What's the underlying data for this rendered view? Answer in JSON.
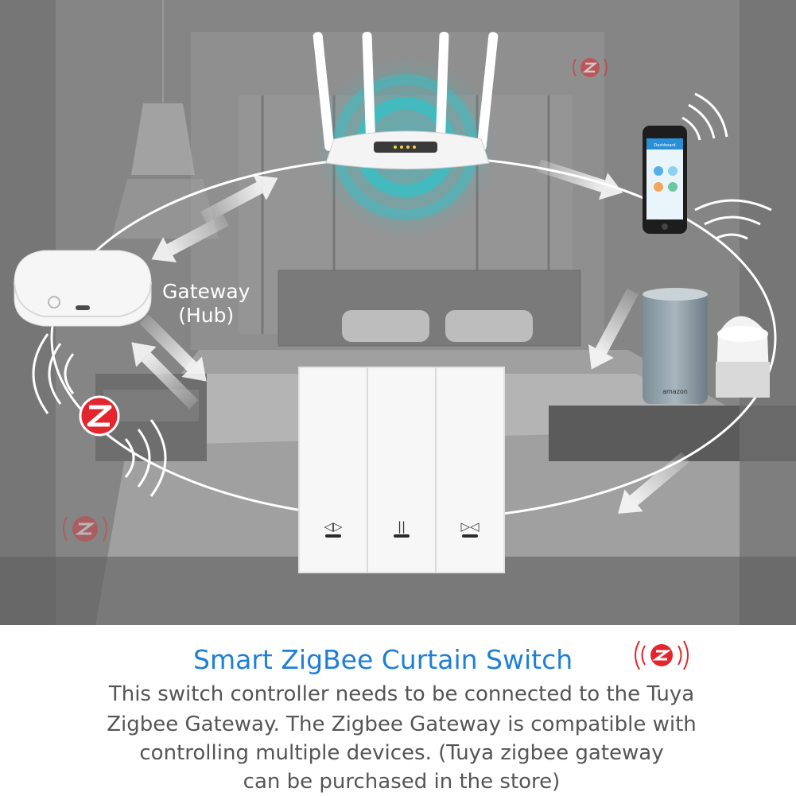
{
  "gateway": {
    "label": "Gateway\n(Hub)"
  },
  "speaker": {
    "brand": "amazon"
  },
  "phone": {
    "screen_title": "Dashboard"
  },
  "switch": {
    "buttons": [
      {
        "icon": "curtain-open-icon",
        "glyph": "◁▷"
      },
      {
        "icon": "curtain-pause-icon",
        "glyph": "||"
      },
      {
        "icon": "curtain-close-icon",
        "glyph": "▷◁"
      }
    ]
  },
  "footer": {
    "title": "Smart ZigBee Curtain Switch",
    "description_lines": [
      "This switch controller needs to be connected to the Tuya",
      "Zigbee Gateway. The Zigbee Gateway is compatible with",
      "controlling multiple devices. (Tuya zigbee gateway",
      "can be purchased in the store)"
    ]
  },
  "colors": {
    "title_blue": "#1e7fd8",
    "body_text": "#555555",
    "zigbee_red": "#e3262d",
    "signal_teal": "#2fc3c9",
    "ring_white": "#ffffff"
  }
}
